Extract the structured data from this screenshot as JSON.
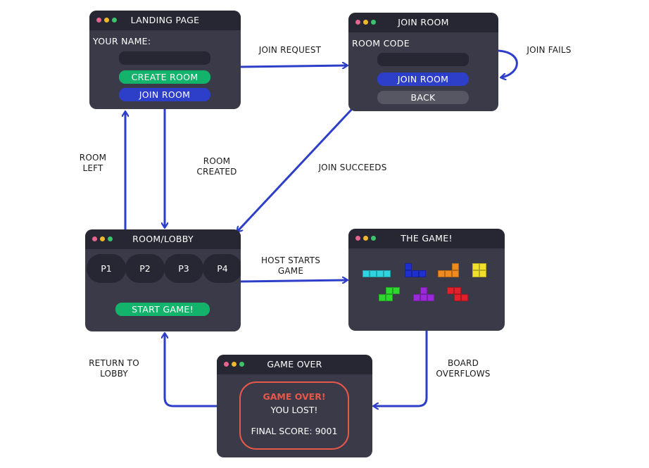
{
  "colors": {
    "arrow": "#2d3ec8",
    "window_bg": "#3a3a48",
    "titlebar_bg": "#272733",
    "button_green": "#14b36b",
    "button_blue": "#2d3ec8",
    "button_gray": "#575763",
    "game_over_red": "#e8584a"
  },
  "windows": {
    "landing": {
      "title": "LANDING PAGE",
      "name_label": "YOUR NAME:",
      "create_button": "CREATE ROOM",
      "join_button": "JOIN ROOM"
    },
    "join_room": {
      "title": "JOIN ROOM",
      "code_label": "ROOM CODE",
      "join_button": "JOIN ROOM",
      "back_button": "BACK"
    },
    "lobby": {
      "title": "ROOM/LOBBY",
      "players": [
        "P1",
        "P2",
        "P3",
        "P4"
      ],
      "start_button": "START GAME!"
    },
    "game": {
      "title": "THE GAME!",
      "pieces": [
        {
          "name": "I",
          "color": "#2fd4e0"
        },
        {
          "name": "J",
          "color": "#1e2fd0"
        },
        {
          "name": "L",
          "color": "#f08a1c"
        },
        {
          "name": "O",
          "color": "#f0e02a"
        },
        {
          "name": "S",
          "color": "#2ed82e"
        },
        {
          "name": "T",
          "color": "#9a2ad8"
        },
        {
          "name": "Z",
          "color": "#e0202a"
        }
      ]
    },
    "game_over": {
      "title": "GAME OVER",
      "heading": "GAME OVER!",
      "result": "YOU LOST!",
      "score": "FINAL SCORE: 9001"
    }
  },
  "transitions": {
    "join_request": "JOIN REQUEST",
    "join_fails": "JOIN FAILS",
    "join_succeeds": "JOIN SUCCEEDS",
    "room_left": [
      "ROOM",
      "LEFT"
    ],
    "room_created": [
      "ROOM",
      "CREATED"
    ],
    "host_starts_game": [
      "HOST STARTS",
      "GAME"
    ],
    "board_overflows": [
      "BOARD",
      "OVERFLOWS"
    ],
    "return_to_lobby": [
      "RETURN TO",
      "LOBBY"
    ]
  }
}
